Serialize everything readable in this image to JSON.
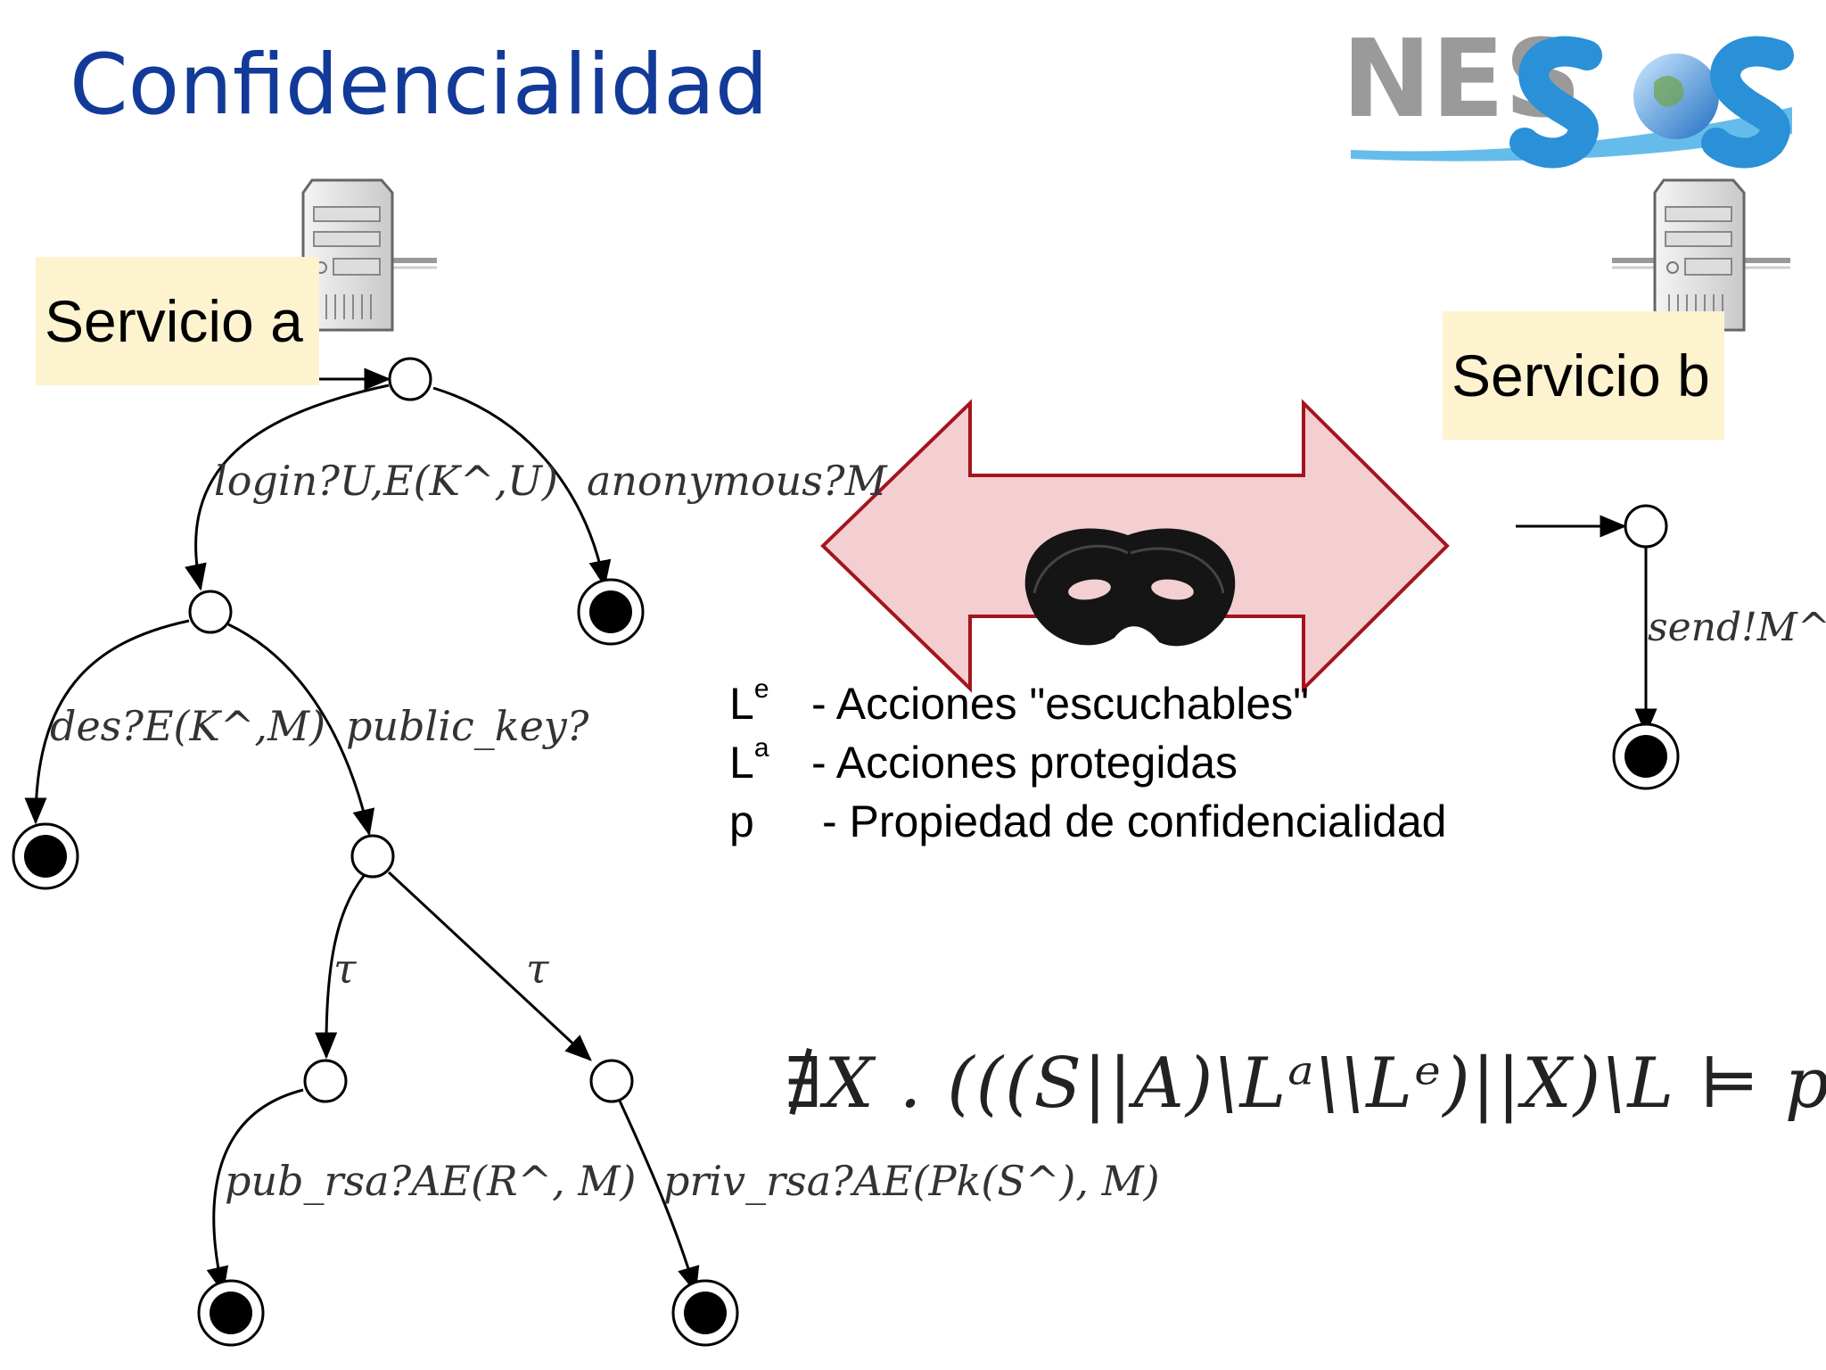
{
  "title": "Confidencialidad",
  "logo": {
    "text": "NESSOS"
  },
  "service_a": {
    "label": "Servicio a"
  },
  "service_b": {
    "label": "Servicio b"
  },
  "legend": [
    {
      "symbol": "L",
      "sup": "e",
      "desc": "- Acciones \"escuchables\""
    },
    {
      "symbol": "L",
      "sup": "a",
      "desc": "- Acciones protegidas"
    },
    {
      "symbol": "p",
      "sup": "",
      "desc": "- Propiedad de confidencialidad"
    }
  ],
  "formula": "∄X . (((S||A)\\Lᵃ\\\\Lᵉ)||X)\\L ⊨ p",
  "automaton_a": {
    "transitions": [
      "login?U,E(K^,U)",
      "anonymous?M",
      "des?E(K^,M)",
      "public_key?",
      "τ",
      "τ",
      "pub_rsa?AE(R^, M)",
      "priv_rsa?AE(Pk(S^), M)"
    ]
  },
  "automaton_b": {
    "transitions": [
      "send!M^"
    ]
  },
  "colors": {
    "title": "#123a99",
    "label_bg": "#fdf3cf",
    "arrow_fill": "#f3cfd2",
    "arrow_stroke": "#a5141e"
  }
}
